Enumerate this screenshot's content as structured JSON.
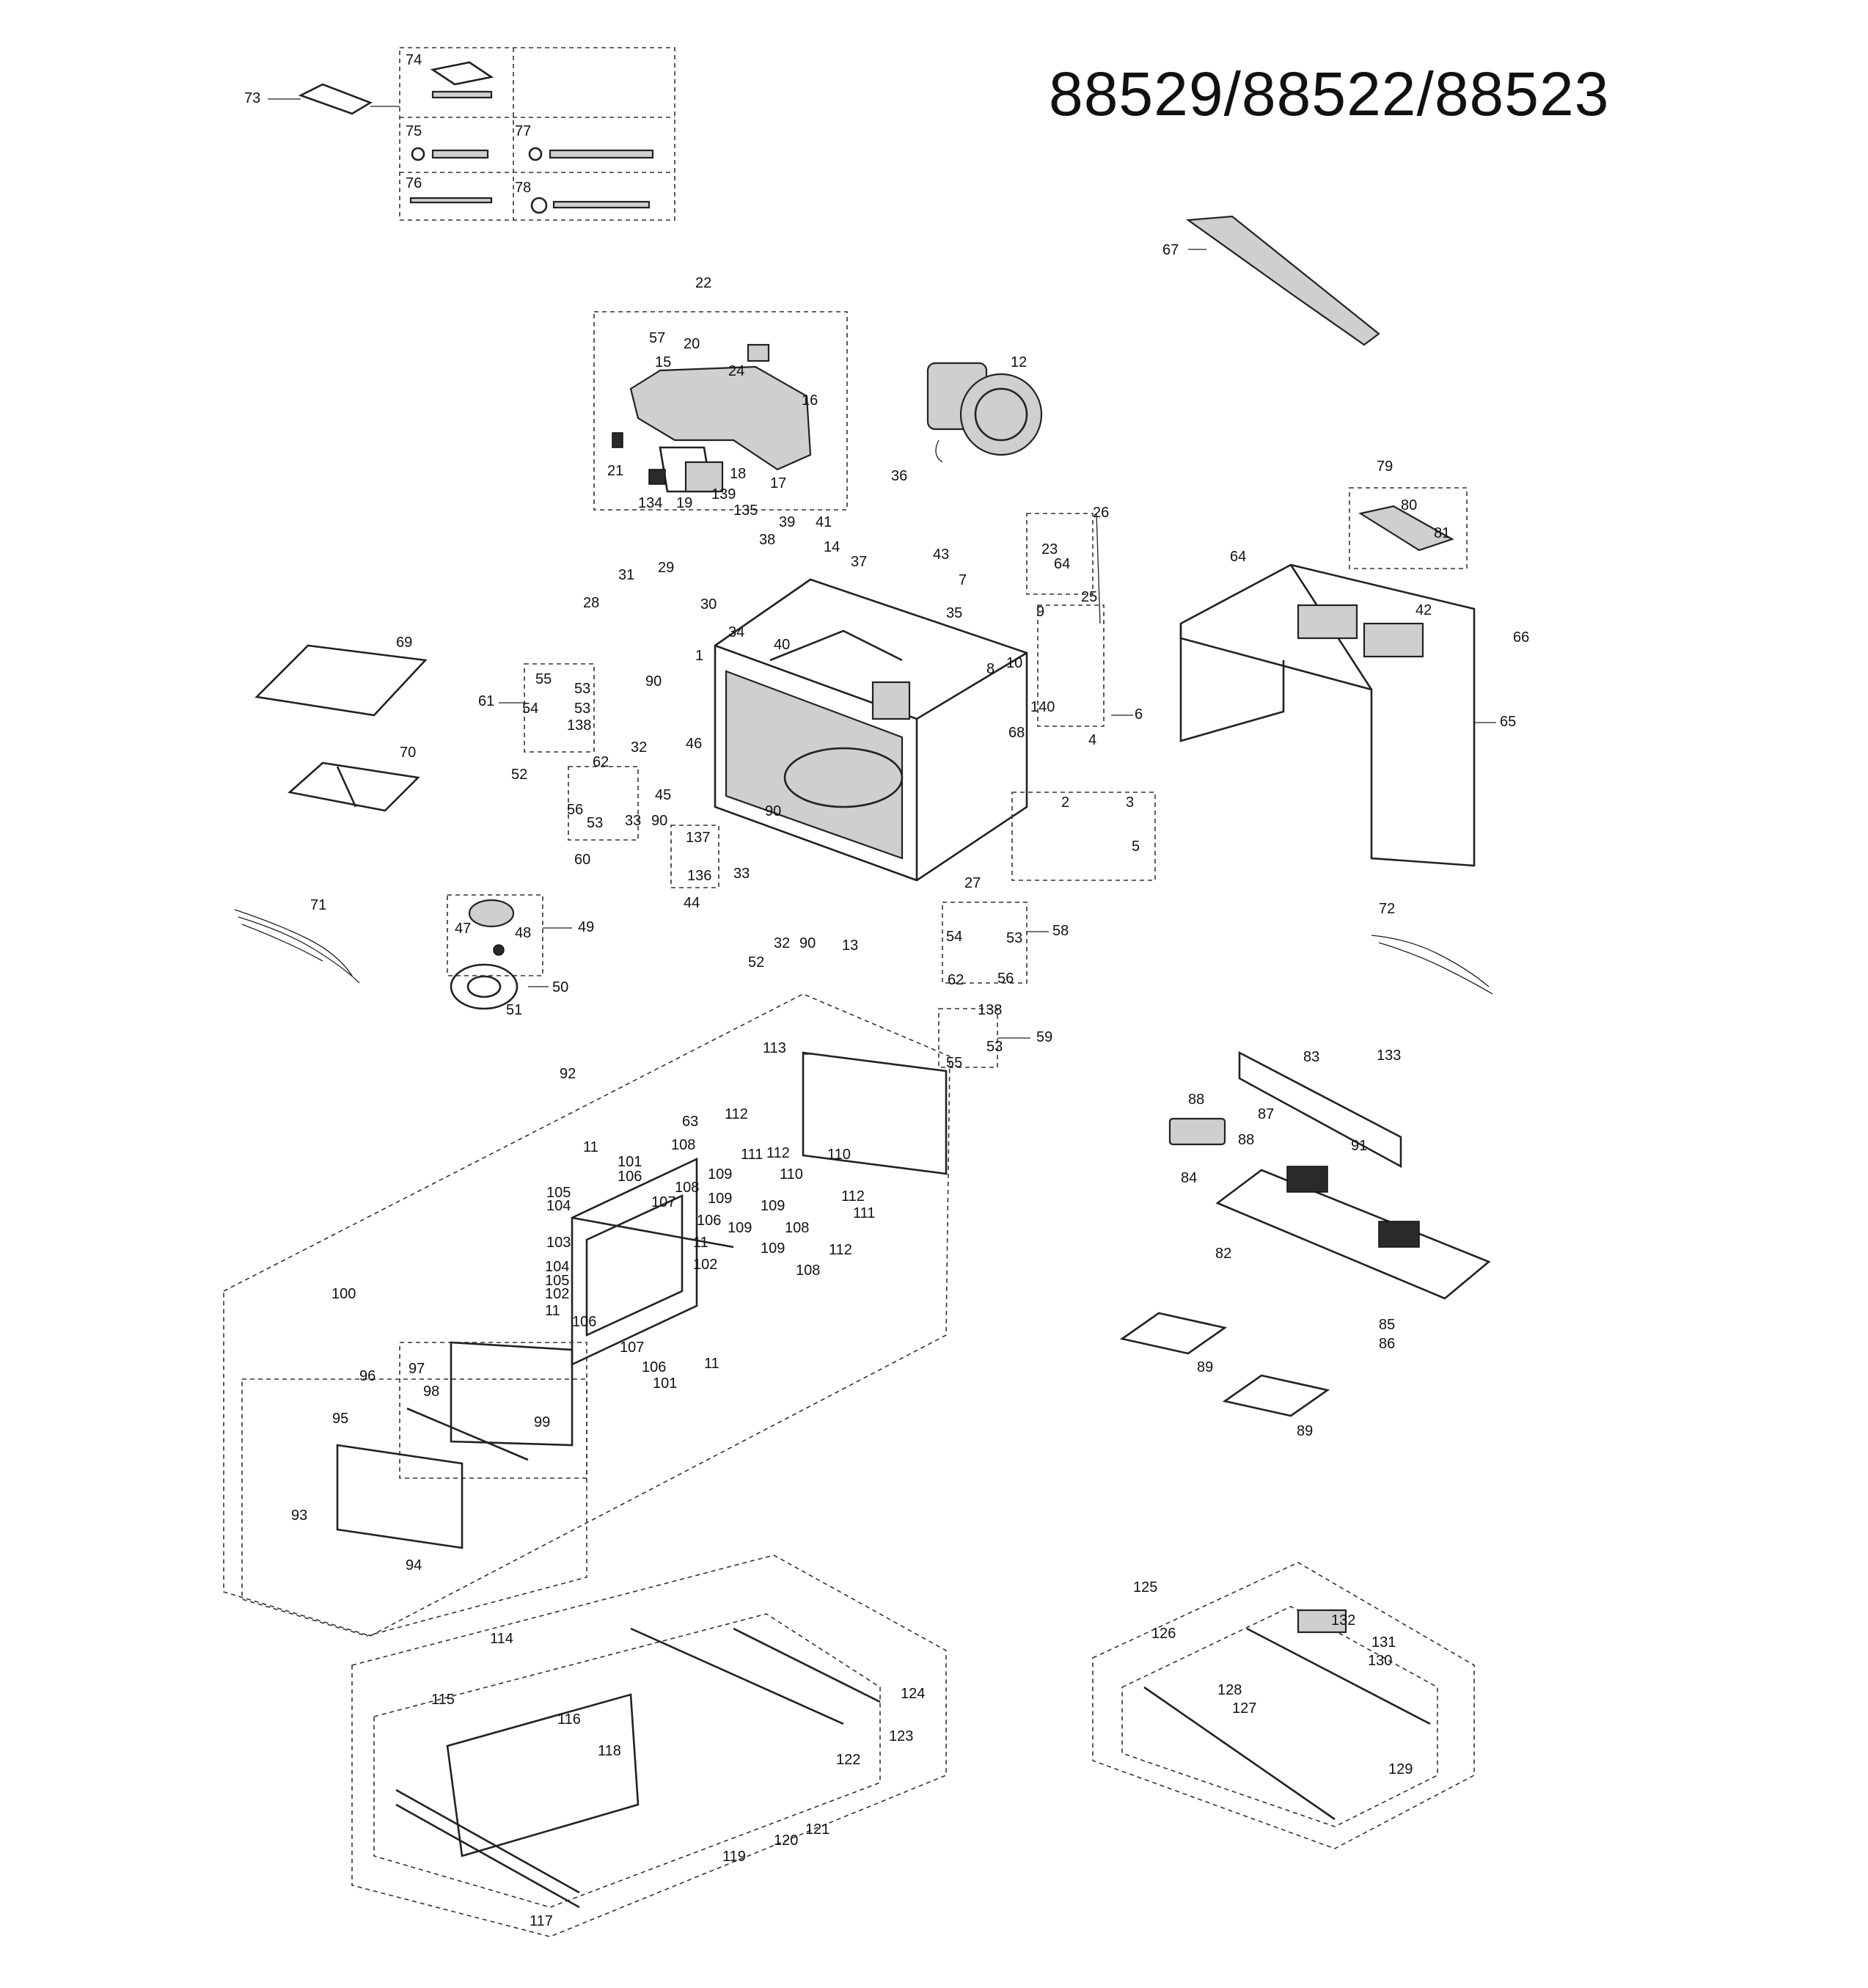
{
  "title": "88529/88522/88523",
  "part_numbers": [
    "1",
    "2",
    "3",
    "4",
    "5",
    "6",
    "7",
    "8",
    "9",
    "10",
    "11",
    "12",
    "13",
    "14",
    "15",
    "16",
    "17",
    "18",
    "19",
    "20",
    "21",
    "22",
    "23",
    "24",
    "25",
    "26",
    "27",
    "28",
    "29",
    "30",
    "31",
    "32",
    "33",
    "34",
    "35",
    "36",
    "37",
    "38",
    "39",
    "40",
    "41",
    "42",
    "43",
    "44",
    "45",
    "46",
    "47",
    "48",
    "49",
    "50",
    "51",
    "52",
    "53",
    "54",
    "55",
    "56",
    "57",
    "58",
    "59",
    "60",
    "61",
    "62",
    "63",
    "64",
    "65",
    "66",
    "67",
    "68",
    "69",
    "70",
    "71",
    "72",
    "73",
    "74",
    "75",
    "76",
    "77",
    "78",
    "79",
    "80",
    "81",
    "82",
    "83",
    "84",
    "85",
    "86",
    "87",
    "88",
    "89",
    "90",
    "91",
    "92",
    "93",
    "94",
    "95",
    "96",
    "97",
    "98",
    "99",
    "100",
    "101",
    "102",
    "103",
    "104",
    "105",
    "106",
    "107",
    "108",
    "109",
    "110",
    "111",
    "112",
    "113",
    "114",
    "115",
    "116",
    "117",
    "118",
    "119",
    "120",
    "121",
    "122",
    "123",
    "124",
    "125",
    "126",
    "127",
    "128",
    "129",
    "130",
    "131",
    "132",
    "133",
    "134",
    "135",
    "136",
    "137",
    "138",
    "139",
    "140"
  ],
  "colors": {
    "line": "#222222",
    "fill": "#cfcfcf",
    "dark": "#2a2a2a",
    "background": "#ffffff"
  }
}
